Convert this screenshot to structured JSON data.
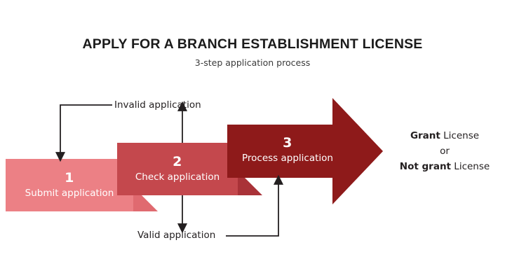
{
  "header": {
    "title": "APPLY FOR A BRANCH ESTABLISHMENT LICENSE",
    "subtitle": "3-step application process"
  },
  "steps": [
    {
      "number": "1",
      "label": "Submit application",
      "fill": "#EC8085",
      "shadow": "#E06A70"
    },
    {
      "number": "2",
      "label": "Check application",
      "fill": "#C4484D",
      "shadow": "#A93238"
    },
    {
      "number": "3",
      "label": "Process application",
      "fill": "#8E1A1A",
      "shadow": "#8E1A1A"
    }
  ],
  "connectors": [
    {
      "name": "invalid",
      "label": "Invalid application",
      "from": "step-2",
      "to": "step-1",
      "color": "#231f20"
    },
    {
      "name": "valid",
      "label": "Valid application",
      "from": "step-2",
      "to": "step-3",
      "color": "#231f20"
    }
  ],
  "outcome": {
    "line1_bold": "Grant",
    "line1_rest": " License",
    "line2": "or",
    "line3_bold": "Not grant",
    "line3_rest": " License"
  },
  "colors": {
    "background": "#FFFFFF",
    "text": "#231F20",
    "step1": "#EC8085",
    "step2": "#C4484D",
    "step3": "#8E1A1A"
  }
}
